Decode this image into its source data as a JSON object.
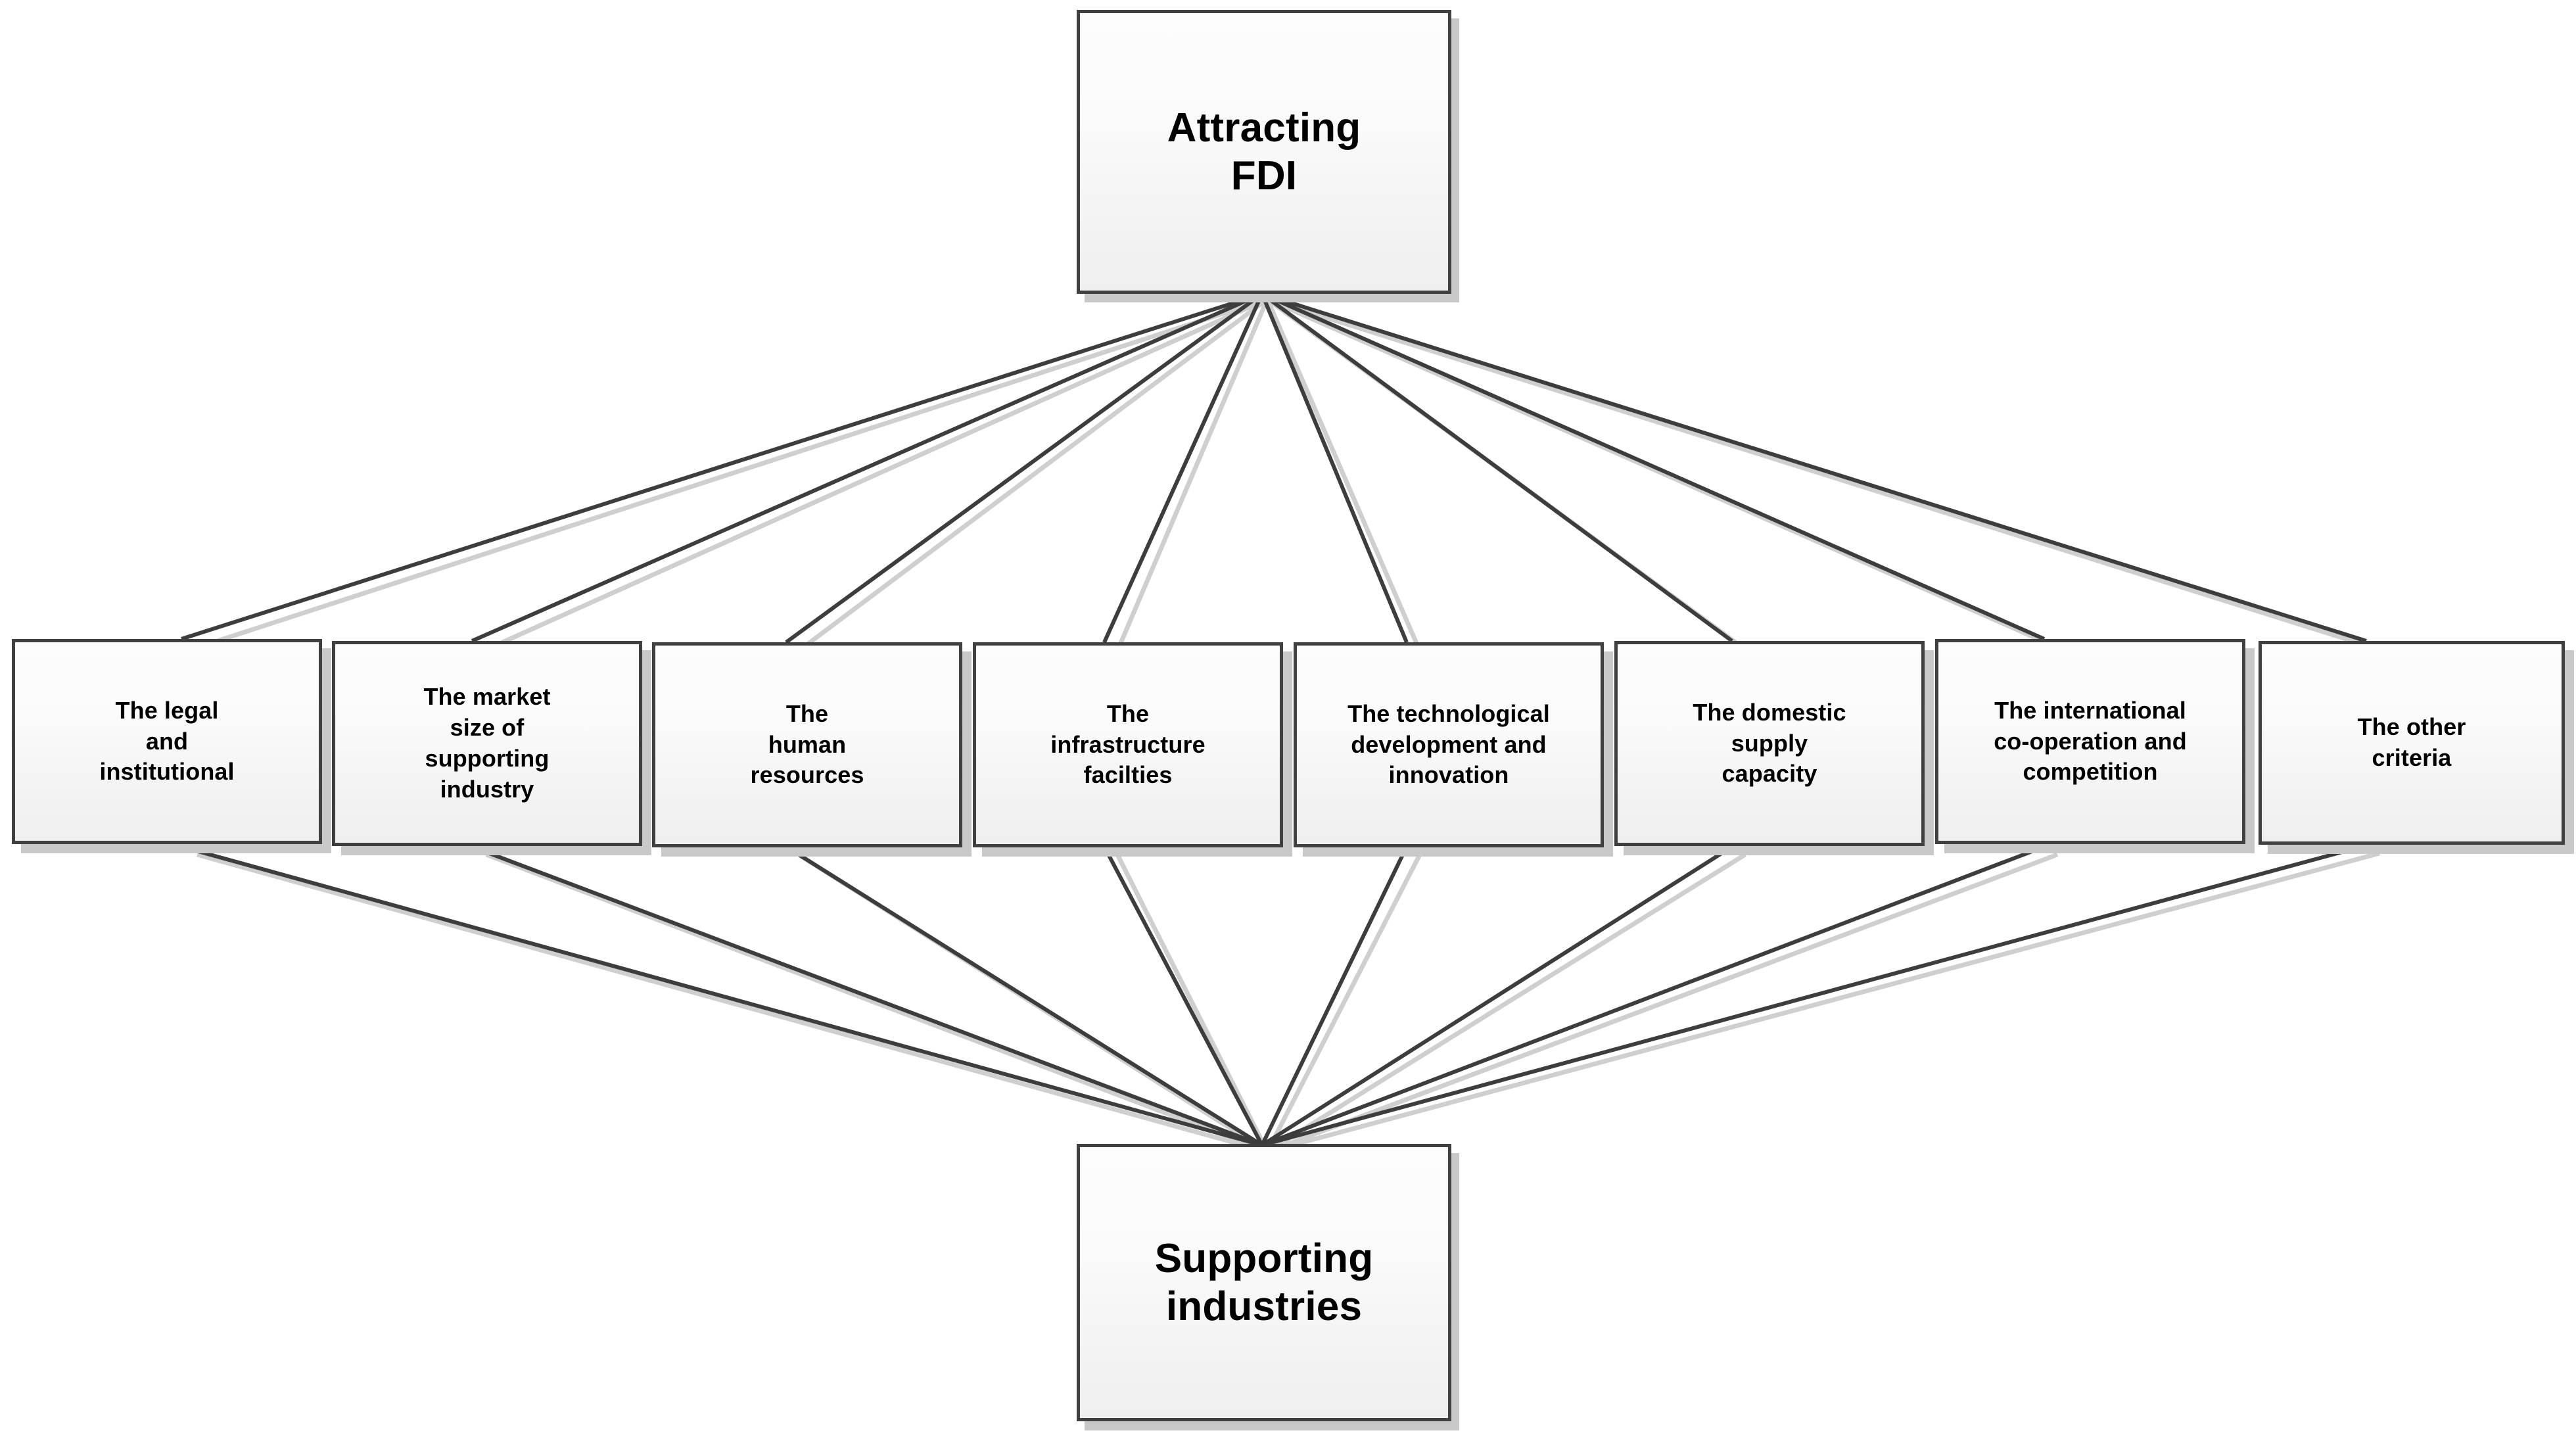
{
  "diagram": {
    "title": "Attracting FDI criteria and supporting industries relationship diagram",
    "type": "hierarchy-network",
    "colors": {
      "box_border": "#404040",
      "box_fill_top": "#fdfdfd",
      "box_fill_bottom": "#efefef",
      "shadow": "#c9c9c9",
      "connector_dark": "#3d3d3d",
      "connector_light": "#cfcfcf",
      "text": "#000000",
      "background": "#ffffff"
    },
    "top_node": {
      "id": "attracting-fdi",
      "label": "Attracting\nFDI"
    },
    "bottom_node": {
      "id": "supporting-industries",
      "label": "Supporting\nindustries"
    },
    "criteria": [
      {
        "id": "legal-institutional",
        "label": "The legal\nand\ninstitutional"
      },
      {
        "id": "market-size-supporting",
        "label": "The market\nsize of\nsupporting\nindustry"
      },
      {
        "id": "human-resources",
        "label": "The\nhuman\nresources"
      },
      {
        "id": "infrastructure-facilties",
        "label": "The\ninfrastructure\nfacilties"
      },
      {
        "id": "technological-development",
        "label": "The technological\ndevelopment and\ninnovation"
      },
      {
        "id": "domestic-supply-capacity",
        "label": "The domestic\nsupply\ncapacity"
      },
      {
        "id": "international-cooperation",
        "label": "The international\nco-operation and\ncompetition"
      },
      {
        "id": "other-criteria",
        "label": "The other\ncriteria"
      }
    ]
  }
}
